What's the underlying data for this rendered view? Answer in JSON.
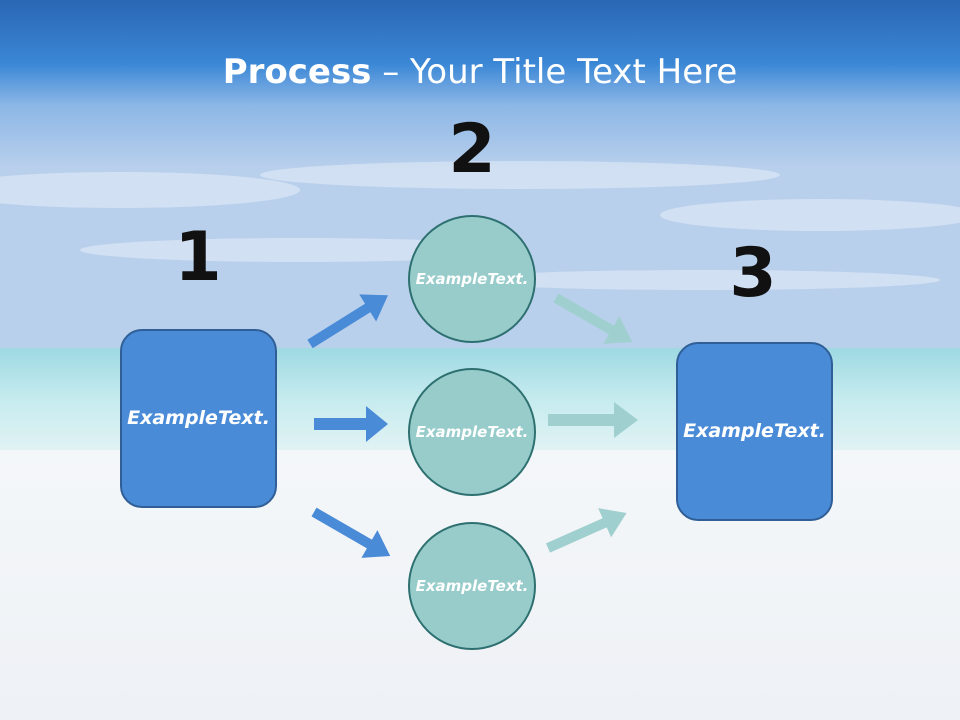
{
  "title": {
    "bold": "Process",
    "rest": " – Your Title Text Here"
  },
  "steps": [
    {
      "number": "1"
    },
    {
      "number": "2"
    },
    {
      "number": "3"
    }
  ],
  "nodes": {
    "left_box": "Example Text.",
    "circle_top": "Example Text.",
    "circle_mid": "Example Text.",
    "circle_bottom": "Example Text.",
    "right_box": "Example Text."
  },
  "colors": {
    "box": "#4a8bd8",
    "circle": "#97cccb",
    "arrow_blue": "#4a8bd8",
    "arrow_teal": "#9fd0cf"
  }
}
